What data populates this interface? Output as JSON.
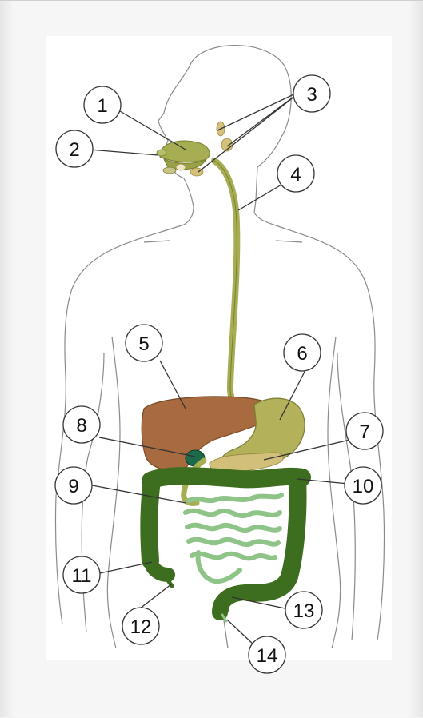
{
  "labels": [
    {
      "id": "1",
      "text": "1"
    },
    {
      "id": "2",
      "text": "2"
    },
    {
      "id": "3",
      "text": "3"
    },
    {
      "id": "4",
      "text": "4"
    },
    {
      "id": "5",
      "text": "5"
    },
    {
      "id": "6",
      "text": "6"
    },
    {
      "id": "7",
      "text": "7"
    },
    {
      "id": "8",
      "text": "8"
    },
    {
      "id": "9",
      "text": "9"
    },
    {
      "id": "10",
      "text": "10"
    },
    {
      "id": "11",
      "text": "11"
    },
    {
      "id": "12",
      "text": "12"
    },
    {
      "id": "13",
      "text": "13"
    },
    {
      "id": "14",
      "text": "14"
    }
  ],
  "colors": {
    "outline": "#8a8a8a",
    "digestive_olive": "#a7ad52",
    "liver": "#a86a3f",
    "stomach": "#b3b25a",
    "pancreas": "#d2c07a",
    "gallbladder": "#1d6a4a",
    "intestine_dark": "#3d6d1f",
    "small_intestine": "#8fc489"
  }
}
